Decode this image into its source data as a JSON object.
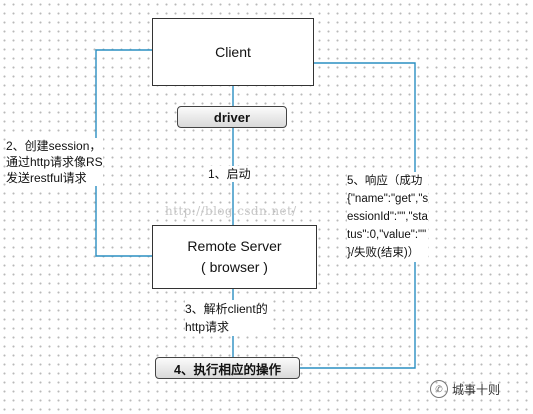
{
  "nodes": {
    "client": "Client",
    "driver": "driver",
    "remote_line1": "Remote Server",
    "remote_line2": "( browser )",
    "operation": "4、执行相应的操作"
  },
  "labels": {
    "create_session": "2、创建session，\n通过http请求像RS\n发送restful请求",
    "start": "1、启动",
    "parse": "3、解析client的\nhttp请求",
    "response": "5、响应（成功\n{\"name\":\"get\",\"s\nessionId\":\"\",\"sta\ntus\":0,\"value\":\"\"\n}/失败(结束)）"
  },
  "watermarks": {
    "url": "http://blog.csdn.net/",
    "corner": "城事十则"
  },
  "colors": {
    "connector": "#2a8fc2",
    "box_border": "#333333"
  }
}
